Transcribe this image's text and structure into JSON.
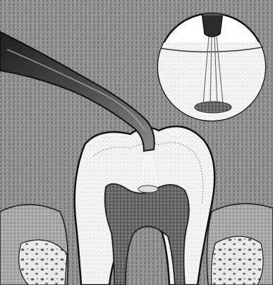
{
  "image": {
    "kind": "illustration",
    "style": "grayscale stipple engraving",
    "colors": {
      "background_gray": "#8c8c8c",
      "tooth_white": "#ffffff",
      "pulp_dark": "#6b6b6b",
      "gum_gray": "#9a9a9a",
      "bone_light": "#e8e8e8",
      "instrument_dark": "#2b2b2b",
      "outline": "#111111"
    },
    "elements": [
      "tooth-cross-section",
      "pulp-chamber",
      "dental-instrument-tip",
      "water-spray",
      "magnified-inset-circle",
      "gum-tissue",
      "bone-tissue"
    ]
  }
}
